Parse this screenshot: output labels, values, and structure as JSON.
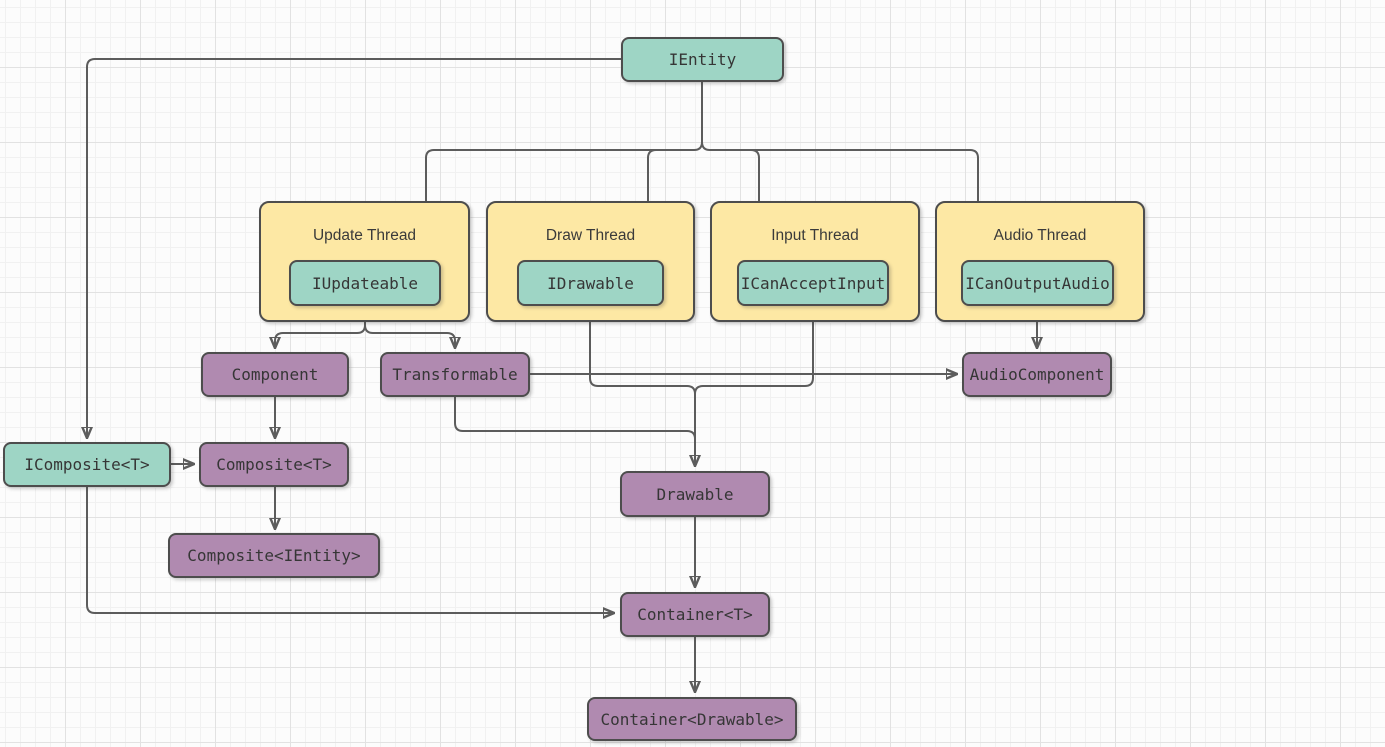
{
  "palette": {
    "interface_fill": "#9ed5c5",
    "thread_group_fill": "#fde8a4",
    "class_fill": "#b08ab0",
    "shape_border": "#4d4d4d",
    "edge_color": "#5c5c5c",
    "text_color": "#363636",
    "grid_minor": "#f1f1f1",
    "grid_major": "#e2e2e2",
    "canvas_bg": "#fcfcfc"
  },
  "nodes": {
    "ientity": {
      "label": "IEntity",
      "kind": "interface"
    },
    "iupdateable": {
      "label": "IUpdateable",
      "kind": "interface"
    },
    "idrawable": {
      "label": "IDrawable",
      "kind": "interface"
    },
    "icanacceptinput": {
      "label": "ICanAcceptInput",
      "kind": "interface"
    },
    "icanoutputaudio": {
      "label": "ICanOutputAudio",
      "kind": "interface"
    },
    "component": {
      "label": "Component",
      "kind": "class"
    },
    "transformable": {
      "label": "Transformable",
      "kind": "class"
    },
    "audiocomponent": {
      "label": "AudioComponent",
      "kind": "class"
    },
    "icomposite_t": {
      "label": "IComposite<T>",
      "kind": "interface"
    },
    "composite_t": {
      "label": "Composite<T>",
      "kind": "class"
    },
    "composite_ientity": {
      "label": "Composite<IEntity>",
      "kind": "class"
    },
    "drawable": {
      "label": "Drawable",
      "kind": "class"
    },
    "container_t": {
      "label": "Container<T>",
      "kind": "class"
    },
    "container_drawable": {
      "label": "Container<Drawable>",
      "kind": "class"
    }
  },
  "groups": {
    "update": {
      "title": "Update Thread",
      "contains": "IUpdateable"
    },
    "draw": {
      "title": "Draw Thread",
      "contains": "IDrawable"
    },
    "input": {
      "title": "Input Thread",
      "contains": "ICanAcceptInput"
    },
    "audio": {
      "title": "Audio Thread",
      "contains": "ICanOutputAudio"
    }
  },
  "edges": [
    {
      "from": "IEntity",
      "to": "IUpdateable"
    },
    {
      "from": "IEntity",
      "to": "IDrawable"
    },
    {
      "from": "IEntity",
      "to": "ICanAcceptInput"
    },
    {
      "from": "IEntity",
      "to": "ICanOutputAudio"
    },
    {
      "from": "IEntity",
      "to": "IComposite<T>"
    },
    {
      "from": "IUpdateable",
      "to": "Component"
    },
    {
      "from": "IUpdateable",
      "to": "Transformable"
    },
    {
      "from": "Component",
      "to": "Composite<T>"
    },
    {
      "from": "IComposite<T>",
      "to": "Composite<T>"
    },
    {
      "from": "Composite<T>",
      "to": "Composite<IEntity>"
    },
    {
      "from": "Transformable",
      "to": "AudioComponent"
    },
    {
      "from": "ICanOutputAudio",
      "to": "AudioComponent"
    },
    {
      "from": "IDrawable",
      "to": "Drawable"
    },
    {
      "from": "ICanAcceptInput",
      "to": "Drawable"
    },
    {
      "from": "Transformable",
      "to": "Drawable"
    },
    {
      "from": "Drawable",
      "to": "Container<T>"
    },
    {
      "from": "IComposite<T>",
      "to": "Container<T>"
    },
    {
      "from": "Container<T>",
      "to": "Container<Drawable>"
    }
  ]
}
